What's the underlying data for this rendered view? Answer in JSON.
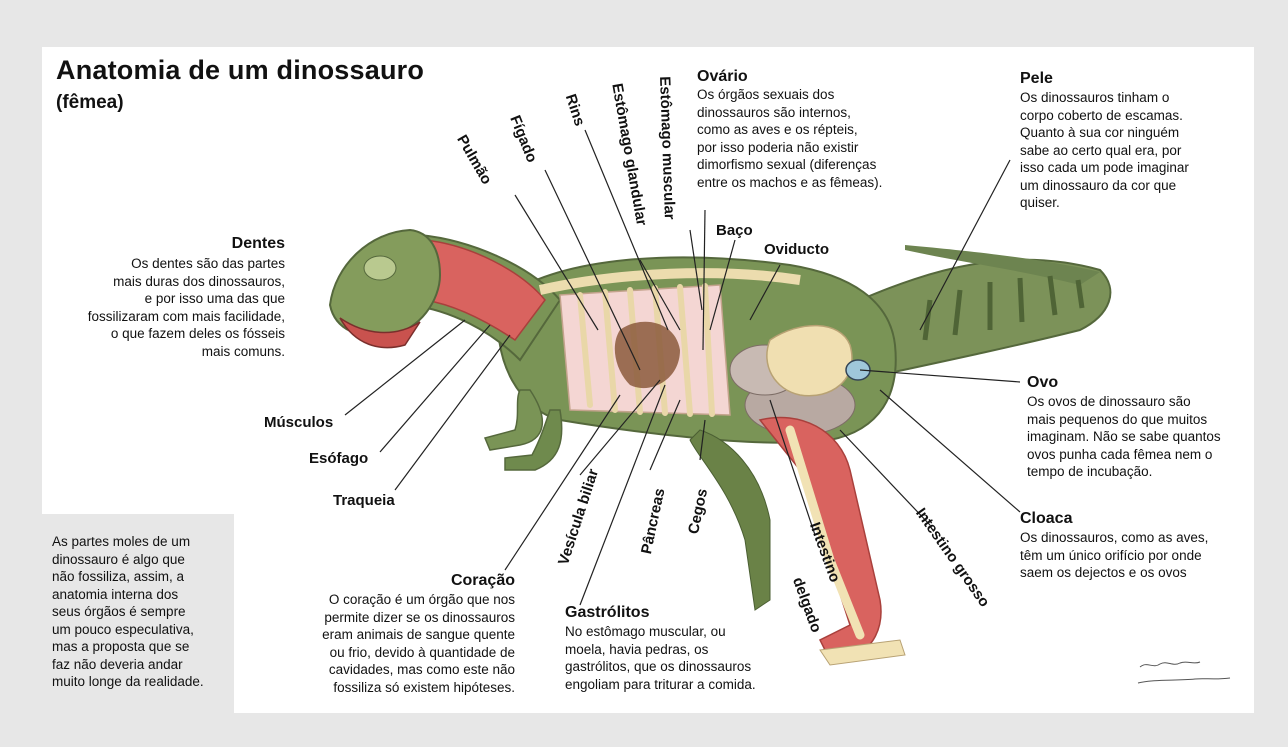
{
  "title": "Anatomia de um dinossauro",
  "subtitle": "(fêmea)",
  "labels": {
    "dentes": {
      "heading": "Dentes",
      "text": "Os dentes são das partes\nmais duras dos dinossauros,\ne por isso uma das que\nfossilizaram com mais facilidade,\no que fazem deles os fósseis\nmais comuns."
    },
    "musculos": "Músculos",
    "esofago": "Esófago",
    "traqueia": "Traqueia",
    "pulmao": "Pulmão",
    "figado": "Fígado",
    "rins": "Rins",
    "estomago_glandular": "Estômago glandular",
    "estomago_muscular": "Estômago muscular",
    "ovario": {
      "heading": "Ovário",
      "text": "Os órgãos sexuais dos\ndinossauros são internos,\ncomo as aves e os répteis,\npor isso poderia não existir\ndimorfismo sexual (diferenças\nentre os machos e as fêmeas)."
    },
    "baco": "Baço",
    "oviducto": "Oviducto",
    "pele": {
      "heading": "Pele",
      "text": "Os dinossauros tinham o\ncorpo coberto de escamas.\nQuanto à sua cor ninguém\nsabe ao certo qual era, por\nisso cada um pode imaginar\num dinossauro da cor que\nquiser."
    },
    "ovo": {
      "heading": "Ovo",
      "text": "Os ovos de dinossauro são\nmais pequenos do que muitos\nimaginam. Não se sabe quantos\novos punha cada fêmea nem o\ntempo de incubação."
    },
    "cloaca": {
      "heading": "Cloaca",
      "text": "Os dinossauros, como as aves,\ntêm um único orifício por onde\nsaem os dejectos e os ovos"
    },
    "intestino_grosso": "Intestino grosso",
    "intestino_delgado_1": "Intestino",
    "intestino_delgado_2": "delgado",
    "cegos": "Cegos",
    "pancreas": "Pâncreas",
    "vesicula_biliar": "Vesícula biliar",
    "coracao": {
      "heading": "Coração",
      "text": "O coração é um órgão que nos\npermite dizer se os dinossauros\neram animais de sangue quente\nou frio, devido à quantidade de\ncavidades, mas como este não\nfossiliza só existem hipóteses."
    },
    "gastrolitos": {
      "heading": "Gastrólitos",
      "text": "No estômago muscular, ou\nmoela, havia pedras, os\ngastrólitos, que os dinossauros\nengoliam para triturar a comida."
    }
  },
  "side_note": "As partes moles de um\ndinossauro é algo que\nnão fossiliza, assim, a\nanatomia interna dos\nseus órgãos é sempre\num pouco especulativa,\nmas a proposta que se\nfaz não deveria andar\nmuito longe da realidade.",
  "colors": {
    "skin": "#6f8a52",
    "muscle": "#d9635f",
    "bone": "#f1e2b4",
    "background": "#e7e7e7"
  }
}
